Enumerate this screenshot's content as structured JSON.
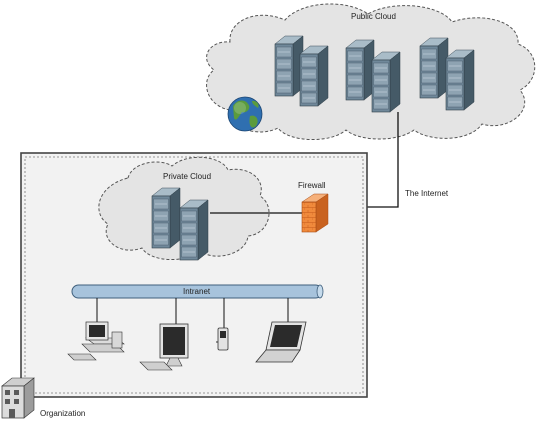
{
  "labels": {
    "public_cloud": "Public Cloud",
    "private_cloud": "Private Cloud",
    "firewall": "Firewall",
    "internet": "The Internet",
    "intranet": "Intranet",
    "organization": "Organization"
  },
  "icons": {
    "globe": "globe-icon",
    "firewall": "brick-wall-icon",
    "server": "server-rack-icon",
    "building": "building-icon",
    "desktop": "desktop-computer-icon",
    "monitor": "monitor-icon",
    "phone": "phone-icon",
    "laptop": "laptop-icon"
  },
  "colors": {
    "cloud_fill": "#e4e4e4",
    "server_body": "#6f8796",
    "intranet_bar": "#a7c3dc",
    "firewall": "#f08a3c",
    "org_fill": "#f2f2f2"
  }
}
